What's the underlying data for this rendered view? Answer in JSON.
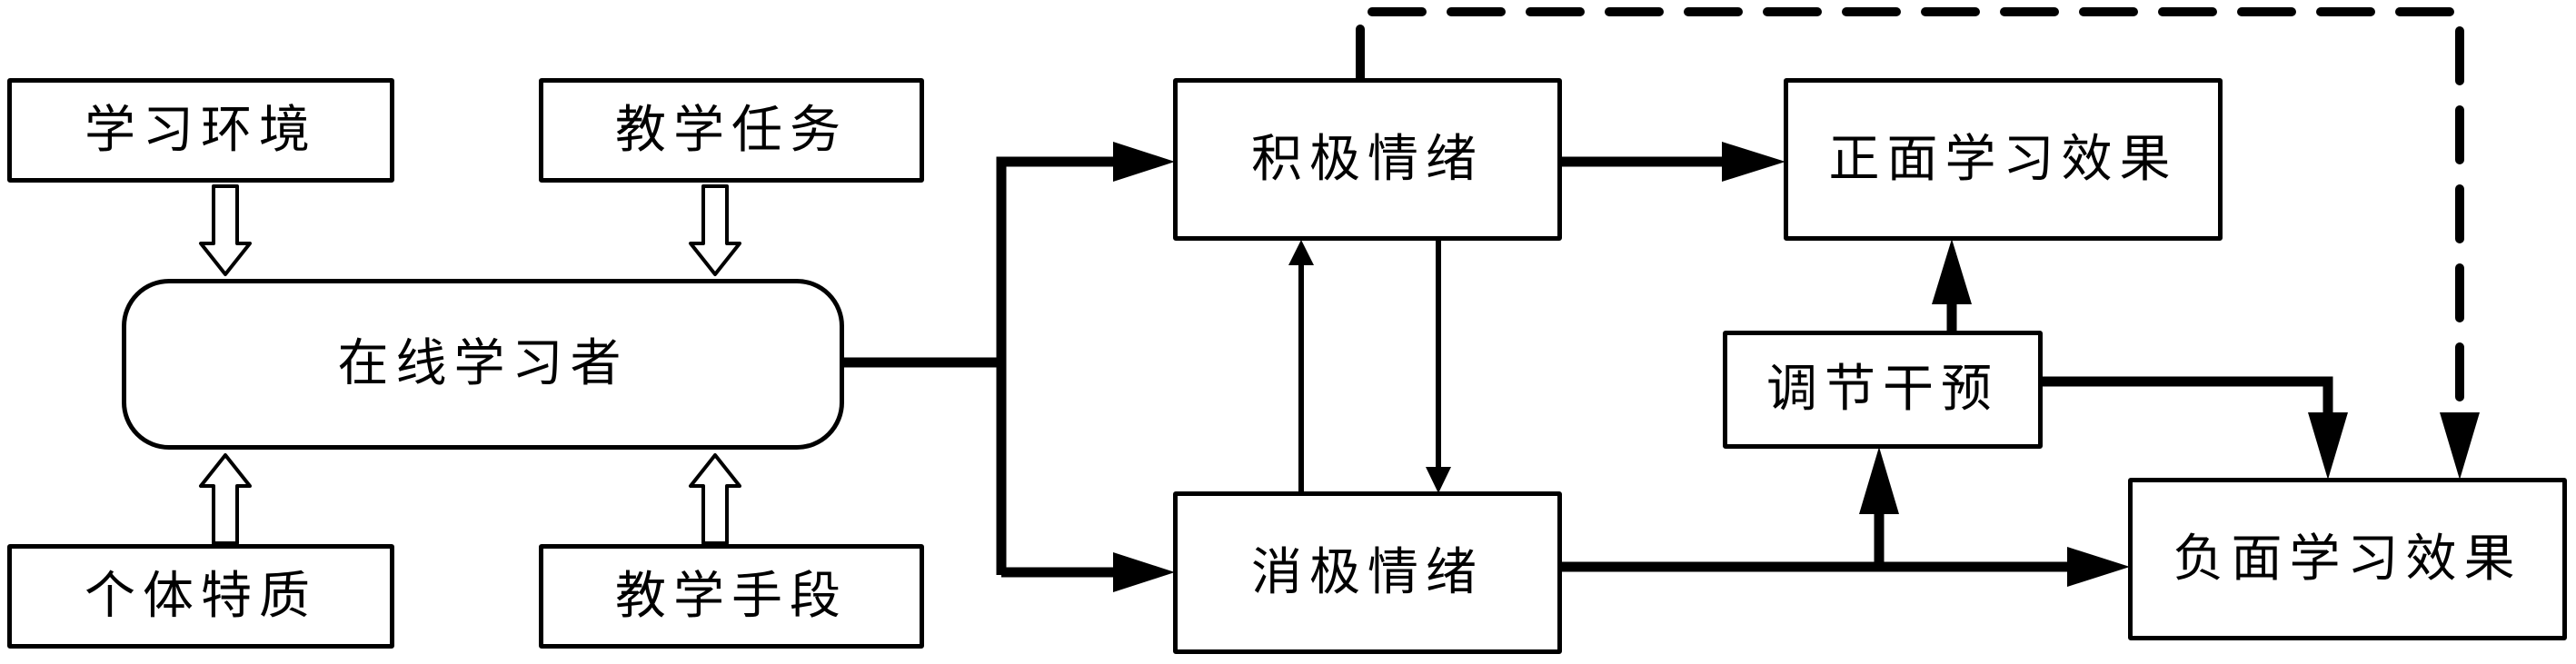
{
  "diagram": {
    "inputs": {
      "learning_environment": "学习环境",
      "teaching_task": "教学任务",
      "individual_traits": "个体特质",
      "teaching_means": "教学手段"
    },
    "learner": "在线学习者",
    "emotions": {
      "positive": "积极情绪",
      "negative": "消极情绪"
    },
    "regulation": "调节干预",
    "outcomes": {
      "positive": "正面学习效果",
      "negative": "负面学习效果"
    },
    "edges": [
      {
        "from": "学习环境",
        "to": "在线学习者",
        "style": "hollow-arrow"
      },
      {
        "from": "教学任务",
        "to": "在线学习者",
        "style": "hollow-arrow"
      },
      {
        "from": "个体特质",
        "to": "在线学习者",
        "style": "hollow-arrow"
      },
      {
        "from": "教学手段",
        "to": "在线学习者",
        "style": "hollow-arrow"
      },
      {
        "from": "在线学习者",
        "to": "积极情绪",
        "style": "thick-solid"
      },
      {
        "from": "在线学习者",
        "to": "消极情绪",
        "style": "thick-solid"
      },
      {
        "from": "积极情绪",
        "to": "消极情绪",
        "style": "thin-solid"
      },
      {
        "from": "消极情绪",
        "to": "积极情绪",
        "style": "thin-solid"
      },
      {
        "from": "积极情绪",
        "to": "正面学习效果",
        "style": "thick-solid"
      },
      {
        "from": "消极情绪",
        "to": "负面学习效果",
        "style": "thick-solid"
      },
      {
        "from": "消极情绪",
        "to": "调节干预",
        "style": "thick-solid"
      },
      {
        "from": "调节干预",
        "to": "正面学习效果",
        "style": "thick-solid"
      },
      {
        "from": "调节干预",
        "to": "负面学习效果",
        "style": "thick-solid"
      },
      {
        "from": "积极情绪",
        "to": "负面学习效果",
        "style": "dashed"
      }
    ]
  }
}
